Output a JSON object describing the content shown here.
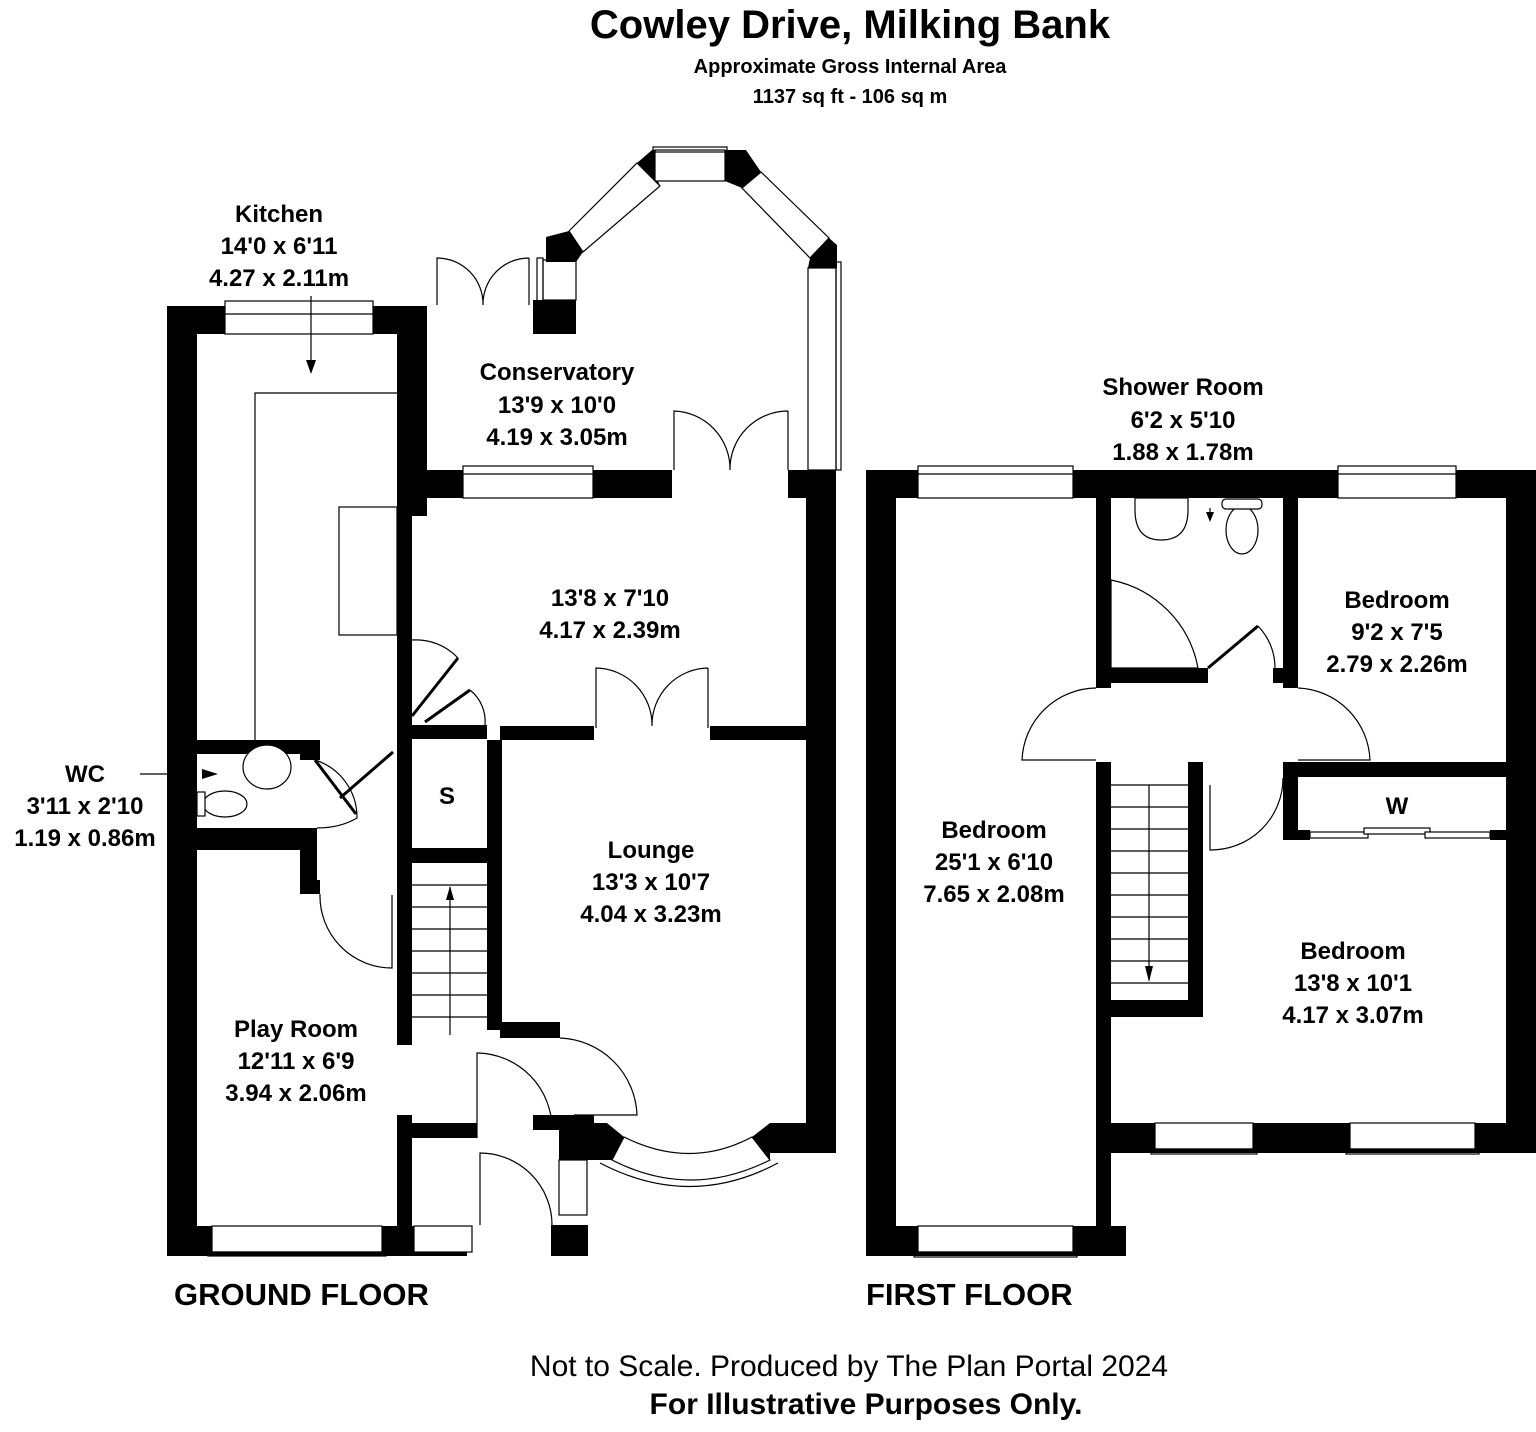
{
  "header": {
    "title": "Cowley Drive, Milking Bank",
    "area_label": "Approximate Gross Internal Area",
    "area_value": "1137 sq ft - 106 sq m"
  },
  "ground_floor": {
    "label": "GROUND FLOOR",
    "rooms": [
      {
        "name": "Kitchen",
        "imperial": "14'0 x 6'11",
        "metric": "4.27 x 2.11m"
      },
      {
        "name": "Conservatory",
        "imperial": "13'9 x 10'0",
        "metric": "4.19 x 3.05m"
      },
      {
        "name": "",
        "imperial": "13'8 x 7'10",
        "metric": "4.17 x 2.39m"
      },
      {
        "name": "WC",
        "imperial": "3'11 x 2'10",
        "metric": "1.19 x 0.86m"
      },
      {
        "name": "S",
        "imperial": "",
        "metric": ""
      },
      {
        "name": "Lounge",
        "imperial": "13'3 x 10'7",
        "metric": "4.04 x 3.23m"
      },
      {
        "name": "Play Room",
        "imperial": "12'11 x 6'9",
        "metric": "3.94 x 2.06m"
      }
    ]
  },
  "first_floor": {
    "label": "FIRST FLOOR",
    "rooms": [
      {
        "name": "Shower Room",
        "imperial": "6'2 x 5'10",
        "metric": "1.88 x 1.78m"
      },
      {
        "name": "Bedroom",
        "imperial": "9'2 x 7'5",
        "metric": "2.79 x 2.26m"
      },
      {
        "name": "Bedroom",
        "imperial": "25'1 x 6'10",
        "metric": "7.65 x 2.08m"
      },
      {
        "name": "W",
        "imperial": "",
        "metric": ""
      },
      {
        "name": "Bedroom",
        "imperial": "13'8 x 10'1",
        "metric": "4.17 x 3.07m"
      }
    ]
  },
  "footer": {
    "disclaimer": "Not to Scale. Produced by The Plan Portal 2024",
    "notice": "For Illustrative Purposes Only."
  }
}
